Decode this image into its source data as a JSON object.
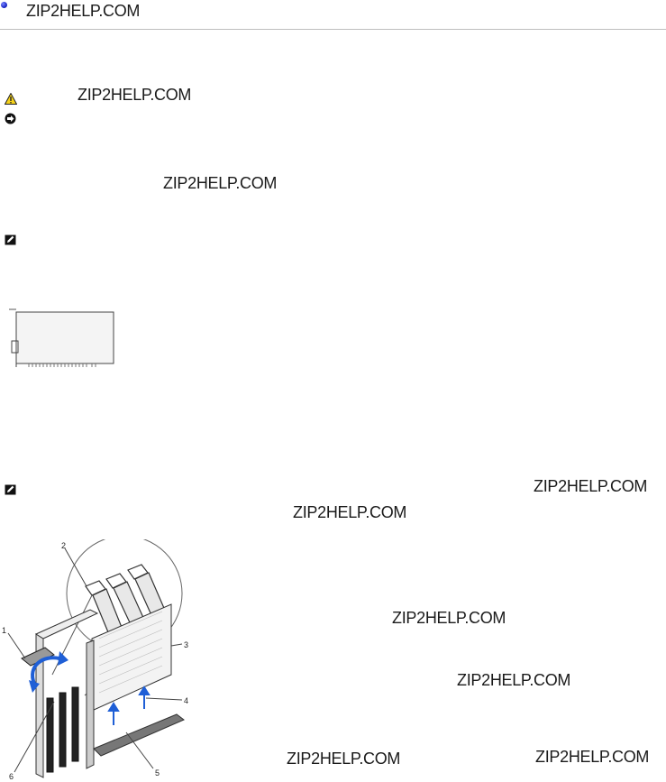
{
  "watermark": "ZIP2HELP.COM",
  "header": {
    "bullet_icon": "blue-bullet-icon"
  },
  "icons": {
    "caution": "caution-triangle-icon",
    "notice": "notice-arrow-icon",
    "note": "note-pencil-icon"
  },
  "figures": {
    "card": "expansion-card-illustration",
    "install": "card-install-illustration",
    "callouts": [
      "1",
      "2",
      "3",
      "4",
      "5",
      "6"
    ]
  }
}
